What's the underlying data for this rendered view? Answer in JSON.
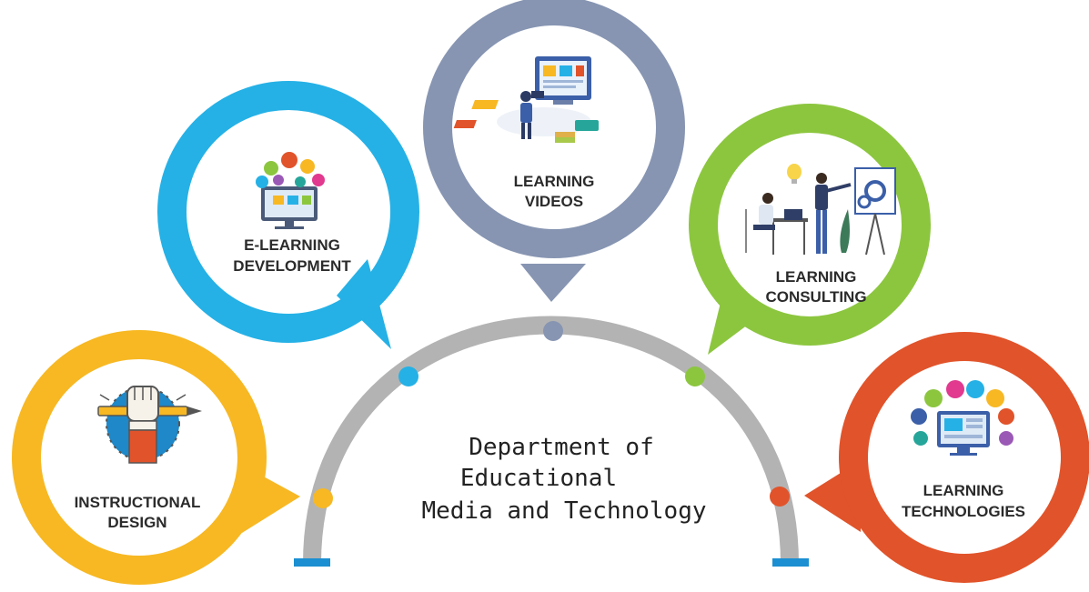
{
  "title": {
    "line1": "Department of",
    "line2": "Educational",
    "line3": "Media and Technology"
  },
  "bubbles": [
    {
      "id": "instructional-design",
      "line1": "INSTRUCTIONAL",
      "line2": "DESIGN",
      "color": "#F7B823",
      "icon": "hand-pen-icon"
    },
    {
      "id": "e-learning-development",
      "line1": "E-LEARNING",
      "line2": "DEVELOPMENT",
      "color": "#25B1E6",
      "icon": "monitor-apps-icon"
    },
    {
      "id": "learning-videos",
      "line1": "LEARNING",
      "line2": "VIDEOS",
      "color": "#8795B2",
      "icon": "video-production-icon"
    },
    {
      "id": "learning-consulting",
      "line1": "LEARNING",
      "line2": "CONSULTING",
      "color": "#8CC63F",
      "icon": "consulting-presentation-icon"
    },
    {
      "id": "learning-technologies",
      "line1": "LEARNING",
      "line2": "TECHNOLOGIES",
      "color": "#E1532A",
      "icon": "devices-apps-icon"
    }
  ],
  "arc": {
    "color": "#B3B3B3",
    "base_color": "#1B8FD2"
  }
}
